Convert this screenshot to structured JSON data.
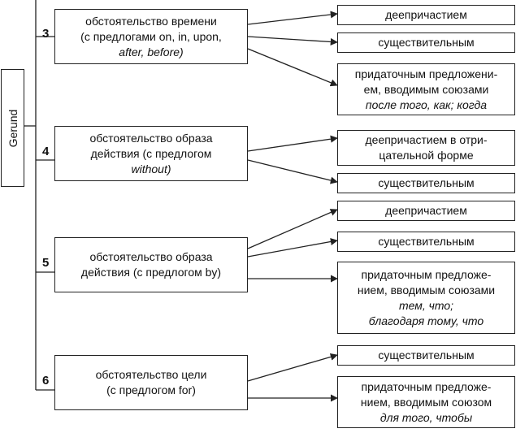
{
  "root": {
    "label": "Gerund"
  },
  "groups": [
    {
      "number": "3",
      "function": [
        "обстоятельство времени",
        "(с предлогами on, in, upon,",
        "after, before)"
      ],
      "translations": [
        {
          "lines": [
            "деепричастием"
          ]
        },
        {
          "lines": [
            "существительным"
          ]
        },
        {
          "lines": [
            "придаточным предложени-",
            "ем, вводимым союзами",
            "после того, как; когда"
          ]
        }
      ]
    },
    {
      "number": "4",
      "function": [
        "обстоятельство образа",
        "действия (с предлогом",
        "without)"
      ],
      "translations": [
        {
          "lines": [
            "деепричастием в отри-",
            "цательной форме"
          ]
        },
        {
          "lines": [
            "существительным"
          ]
        }
      ]
    },
    {
      "number": "5",
      "function": [
        "обстоятельство образа",
        "действия (с предлогом by)"
      ],
      "translations": [
        {
          "lines": [
            "деепричастием"
          ]
        },
        {
          "lines": [
            "существительным"
          ]
        },
        {
          "lines": [
            "придаточным предложе-",
            "нием, вводимым союзами",
            "тем, что;",
            "благодаря тому, что"
          ]
        }
      ]
    },
    {
      "number": "6",
      "function": [
        "обстоятельство цели",
        "(с предлогом for)"
      ],
      "translations": [
        {
          "lines": [
            "существительным"
          ]
        },
        {
          "lines": [
            "придаточным предложе-",
            "нием, вводимым союзом",
            "для того, чтобы"
          ]
        }
      ]
    }
  ]
}
